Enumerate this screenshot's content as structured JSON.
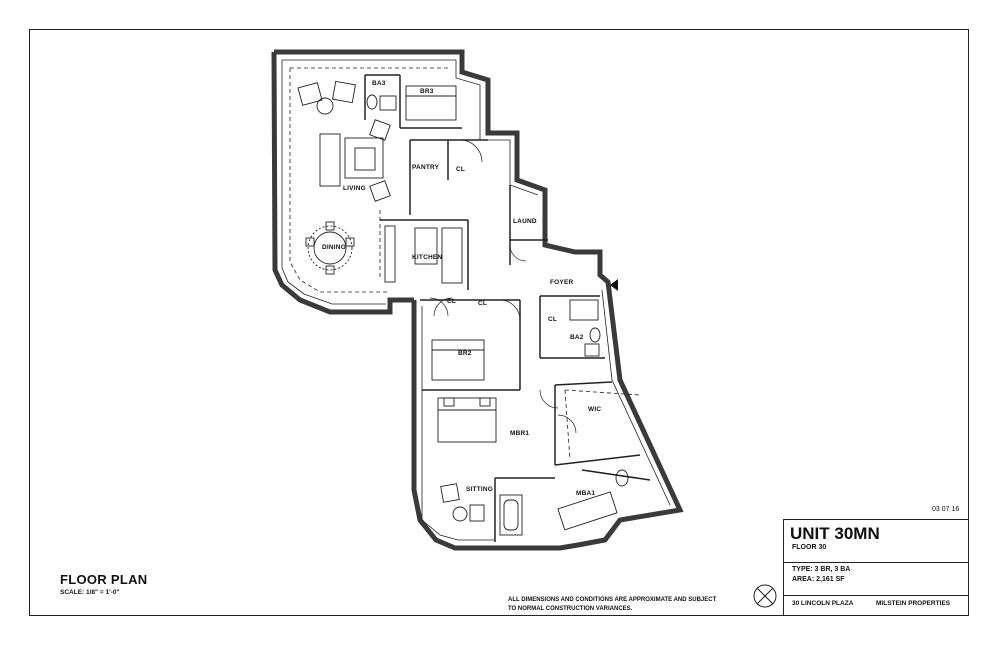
{
  "title": "FLOOR PLAN",
  "scale": "SCALE: 1/8\" = 1'-0\"",
  "disclaimer": [
    "ALL DIMENSIONS AND CONDITIONS ARE APPROXIMATE AND SUBJECT",
    "TO NORMAL CONSTRUCTION VARIANCES."
  ],
  "date": "03 07 16",
  "title_block": {
    "unit": "UNIT 30MN",
    "floor": "FLOOR 30",
    "type": "TYPE: 3 BR, 3 BA",
    "area": "AREA: 2,161 SF",
    "address": "30 LINCOLN PLAZA",
    "owner": "MILSTEIN PROPERTIES"
  },
  "rooms": {
    "ba3": "BA3",
    "br3": "BR3",
    "pantry": "PANTRY",
    "living": "LIVING",
    "dining": "DINING",
    "kitchen": "KITCHEN",
    "laund": "LAUND",
    "foyer": "FOYER",
    "ba2": "BA2",
    "br2": "BR2",
    "wic": "WIC",
    "mbr1": "MBR1",
    "sitting": "SITTING",
    "mba1": "MBA1",
    "cl1": "CL",
    "cl2": "CL",
    "cl3": "CL",
    "cl4": "CL"
  },
  "colors": {
    "wall": "#4a4a4a",
    "line": "#222222",
    "paper": "#ffffff"
  }
}
